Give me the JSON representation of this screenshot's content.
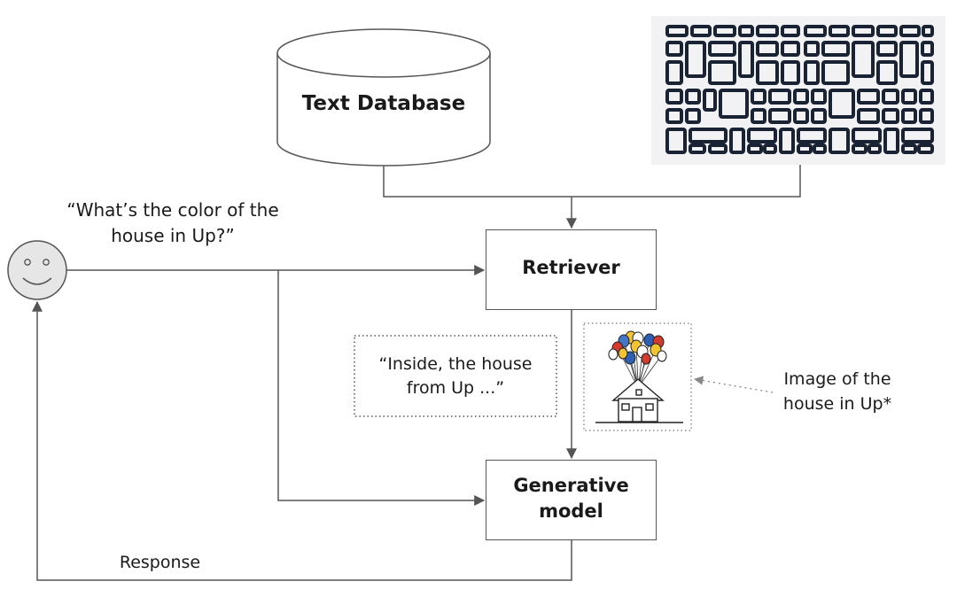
{
  "database": {
    "label": "Text Database"
  },
  "user": {
    "question": "“What’s the color of the house in Up?”"
  },
  "retriever": {
    "label": "Retriever"
  },
  "generator": {
    "label": "Generative model"
  },
  "retrieved_text": {
    "label": "“Inside, the house from Up ...”"
  },
  "retrieved_image": {
    "caption": "Image of the house in Up*"
  },
  "response": {
    "label": "Response"
  }
}
